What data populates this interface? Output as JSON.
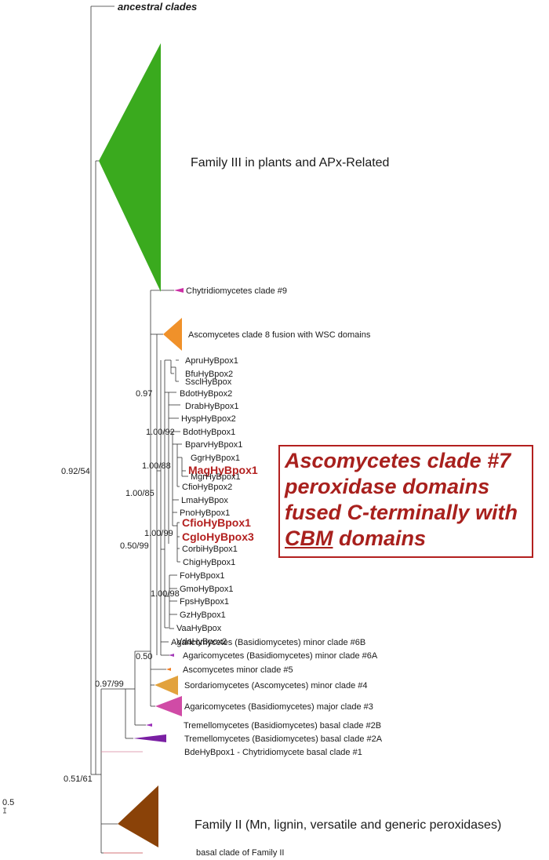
{
  "labels": {
    "ancestral": "ancestral clades",
    "family3": "Family III in plants and APx-Related",
    "chytrid9": "Chytridiomycetes clade #9",
    "asco8": "Ascomycetes clade 8 fusion with WSC domains",
    "leaves": [
      "ApruHyBpox1",
      "BfuHyBpox2",
      "SsclHyBpox",
      "BdotHyBpox2",
      "DrabHyBpox1",
      "HyspHyBpox2",
      "BdotHyBpox1",
      "BparvHyBpox1",
      "GgrHyBpox1",
      "MagHyBpox1",
      "MgrHyBpox1",
      "CfioHyBpox2",
      "LmaHyBpox",
      "PnoHyBpox1",
      "CfioHyBpox1",
      "CgloHyBpox3",
      "CorbiHyBpox1",
      "ChigHyBpox1",
      "FoHyBpox1",
      "GmoHyBpox1",
      "FpsHyBpox1",
      "GzHyBpox1",
      "VaaHyBpox",
      "VdaHyBpox2"
    ],
    "agari6b": "Agaricomycetes (Basidiomycetes) minor clade #6B",
    "agari6a": "Agaricomycetes (Basidiomycetes) minor clade #6A",
    "asco5": "Ascomycetes minor clade #5",
    "sordario4": "Sordariomycetes (Ascomycetes) minor clade #4",
    "agari3": "Agaricomycetes (Basidiomycetes) major clade #3",
    "tremello2b": "Tremellomycetes (Basidiomycetes) basal clade #2B",
    "tremello2a": "Tremellomycetes (Basidiomycetes) basal clade #2A",
    "bde1": "BdeHyBpox1 - Chytridiomycete basal clade #1",
    "family2": "Family II (Mn, lignin, versatile and generic peroxidases)",
    "basal2": "basal clade of Family II"
  },
  "supports": {
    "s097": "0.97",
    "s100_92": "1.00/92",
    "s100_88": "1.00/88",
    "s100_85": "1.00/85",
    "s100_99": "1.00/99",
    "s050_99": "0.50/99",
    "s100_98": "1.00/98",
    "s050": "0.50",
    "s097_99": "0.97/99",
    "s092_54": "0.92/54",
    "s051_61": "0.51/61"
  },
  "scale": "0.5",
  "callout": {
    "line1": "Ascomycetes clade #7",
    "line2": "peroxidase domains",
    "line3": "fused C-terminally with",
    "line4_underlined": "CBM",
    "line4_rest": " domains"
  },
  "colors": {
    "family3": "#3aaa1e",
    "chytrid9": "#cc2fa5",
    "asco8": "#f0912a",
    "agari6a": "#a33ab8",
    "asco5": "#ef7d22",
    "sordario4": "#e2a23d",
    "agari3": "#d04ba6",
    "tremello2b": "#9b2db8",
    "tremello2a": "#7a1fa3",
    "bde1": "#d8859c",
    "family2": "#8a4208",
    "basal2": "#c9484b",
    "highlight": "#b3201f"
  }
}
